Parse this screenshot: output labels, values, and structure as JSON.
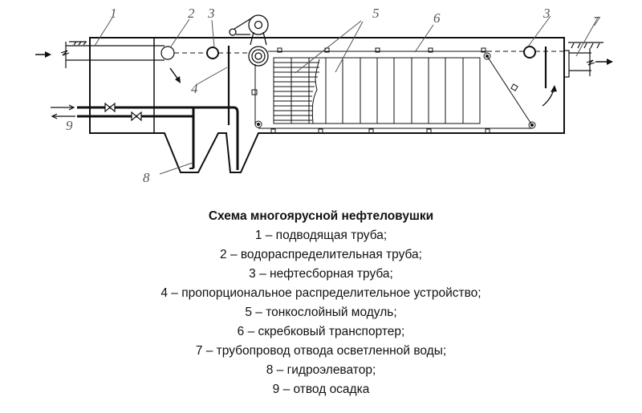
{
  "diagram": {
    "labels": [
      "1",
      "2",
      "3",
      "4",
      "5",
      "6",
      "3",
      "7",
      "8",
      "9"
    ]
  },
  "caption": {
    "title": "Схема многоярусной нефтеловушки",
    "items": [
      "1 – подводящая труба;",
      "2 – водораспределительная труба;",
      "3 – нефтесборная труба;",
      "4 – пропорциональное распределительное устройство;",
      "5 – тонкослойный модуль;",
      "6 – скребковый транспортер;",
      "7 – трубопровод отвода осветленной воды;",
      "8 – гидроэлеватор;",
      "9 – отвод осадка"
    ]
  }
}
